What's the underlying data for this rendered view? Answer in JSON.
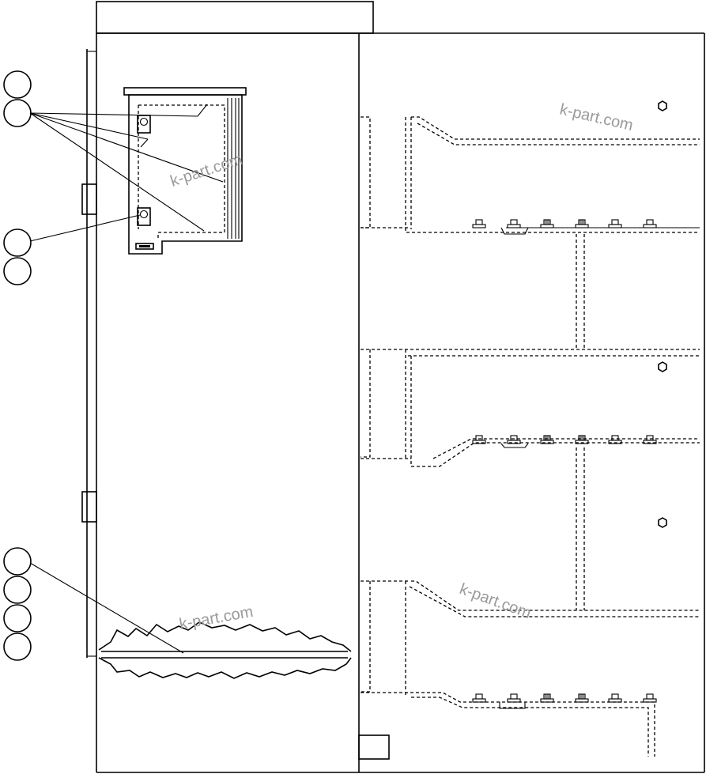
{
  "watermark": "k-part.com",
  "callouts": [
    {
      "id": "callout-1",
      "text": ""
    },
    {
      "id": "callout-2",
      "text": ""
    },
    {
      "id": "callout-3",
      "text": ""
    },
    {
      "id": "callout-4",
      "text": ""
    },
    {
      "id": "callout-5",
      "text": ""
    },
    {
      "id": "callout-6",
      "text": ""
    },
    {
      "id": "callout-7",
      "text": ""
    },
    {
      "id": "callout-8",
      "text": ""
    }
  ]
}
